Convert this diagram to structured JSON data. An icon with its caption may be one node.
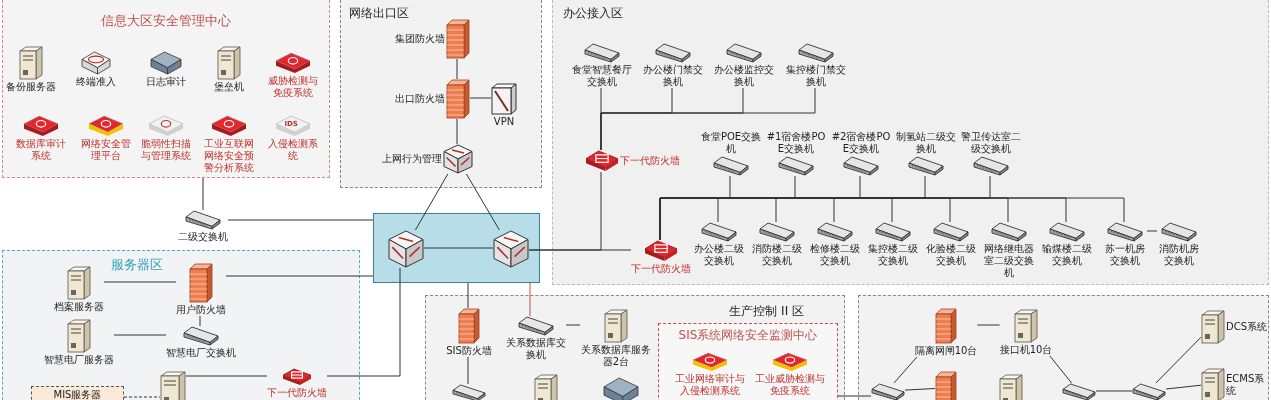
{
  "diagram": {
    "nodes": [
      {
        "text": [
          "信息大区安全管理中心"
        ]
      },
      {
        "text": [
          "备份服务器"
        ],
        "in": 0
      },
      {
        "text": [
          "终端准入"
        ],
        "in": 0
      },
      {
        "text": [
          "日志审计"
        ],
        "in": 0
      },
      {
        "text": [
          "堡垒机"
        ],
        "in": 0
      },
      {
        "text": [
          "威胁检测与免疫系统"
        ],
        "in": 0
      },
      {
        "text": [
          "数据库审计系统"
        ],
        "in": 0
      },
      {
        "text": [
          "网络安全管理平台"
        ],
        "in": 0
      },
      {
        "text": [
          "脆弱性扫描与管理系统"
        ],
        "in": 0
      },
      {
        "text": [
          "工业互联网网络安全预警分析系统"
        ],
        "in": 0
      },
      {
        "text": [
          "入侵检测系统"
        ],
        "in": 0
      },
      {
        "text": [
          "网络出口区"
        ]
      },
      {
        "text": [
          "集团防火墙"
        ],
        "in": 11
      },
      {
        "text": [
          "出口防火墙"
        ],
        "in": 11
      },
      {
        "text": [
          "VPN"
        ],
        "in": 11
      },
      {
        "text": [
          "上网行为管理"
        ],
        "in": 11
      },
      {
        "text": [],
        "shape": "box"
      },
      {
        "text": [],
        "shape": "box",
        "in": 16
      },
      {
        "text": [],
        "shape": "box",
        "in": 16
      },
      {
        "text": [
          "二级交换机"
        ]
      },
      {
        "text": [
          "办公接入区"
        ]
      },
      {
        "text": [
          "食堂智慧餐厅交换机"
        ],
        "in": 20
      },
      {
        "text": [
          "办公楼门禁交换机"
        ],
        "in": 20
      },
      {
        "text": [
          "办公楼监控交换机"
        ],
        "in": 20
      },
      {
        "text": [
          "集控楼门禁交换机"
        ],
        "in": 20
      },
      {
        "text": [
          "下一代防火墙"
        ],
        "in": 20
      },
      {
        "text": [
          "下一代防火墙"
        ],
        "in": 20
      },
      {
        "text": [
          "食堂POE交换机"
        ],
        "in": 20
      },
      {
        "text": [
          "#1宿舍楼POE交换机"
        ],
        "in": 20
      },
      {
        "text": [
          "#2宿舍楼POE交换机"
        ],
        "in": 20
      },
      {
        "text": [
          "制氢站二级交换机"
        ],
        "in": 20
      },
      {
        "text": [
          "警卫传达室二级交换机"
        ],
        "in": 20
      },
      {
        "text": [
          "办公楼二级交换机"
        ],
        "in": 20
      },
      {
        "text": [
          "消防楼二级交换机"
        ],
        "in": 20
      },
      {
        "text": [
          "检修楼二级交换机"
        ],
        "in": 20
      },
      {
        "text": [
          "集控楼二级交换机"
        ],
        "in": 20
      },
      {
        "text": [
          "化验楼二级交换机"
        ],
        "in": 20
      },
      {
        "text": [
          "网络继电器室二级交换机"
        ],
        "in": 20
      },
      {
        "text": [
          "输煤楼二级交换机"
        ],
        "in": 20
      },
      {
        "text": [
          "苏一机房交换机"
        ],
        "in": 20
      },
      {
        "text": [
          "消防机房交换机"
        ],
        "in": 20
      },
      {
        "text": [
          "服务器区"
        ]
      },
      {
        "text": [
          "档案服务器"
        ],
        "in": 41
      },
      {
        "text": [
          "用户防火墙"
        ],
        "in": 41
      },
      {
        "text": [
          "智慧电厂服务器"
        ],
        "in": 41
      },
      {
        "text": [
          "智慧电厂交换机"
        ],
        "in": 41
      },
      {
        "text": [
          "MIS服务器"
        ],
        "in": 41
      },
      {
        "text": [],
        "shape": "box",
        "in": 41
      },
      {
        "text": [
          "下一代防火墙"
        ],
        "in": 41
      },
      {
        "text": [
          "生产控制 II 区"
        ]
      },
      {
        "text": [
          "SIS防火墙"
        ],
        "in": 49
      },
      {
        "text": [
          "关系数据库交换机"
        ],
        "in": 49
      },
      {
        "text": [
          "关系数据库服务器2台"
        ],
        "in": 49
      },
      {
        "text": [
          "SIS系统网络安全监测中心"
        ],
        "in": 49
      },
      {
        "text": [
          "工业网络审计与入侵检测系统"
        ],
        "in": 53
      },
      {
        "text": [
          "工业威胁检测与免疫系统"
        ],
        "in": 53
      },
      {
        "text": [],
        "shape": "box",
        "in": 49
      },
      {
        "text": [],
        "shape": "box",
        "in": 49
      },
      {
        "text": [],
        "shape": "box",
        "in": 49
      },
      {
        "text": [],
        "shape": "box"
      },
      {
        "text": [
          "隔离网闸10台"
        ],
        "in": 59
      },
      {
        "text": [
          "接口机10台"
        ],
        "in": 59
      },
      {
        "text": [
          "DCS系统"
        ],
        "in": 59
      },
      {
        "text": [
          "ECMS系统"
        ],
        "in": 59
      },
      {
        "text": [],
        "shape": "box",
        "in": 59
      },
      {
        "text": [],
        "shape": "box",
        "in": 59
      },
      {
        "text": [],
        "shape": "box",
        "in": 59
      },
      {
        "text": [],
        "shape": "box",
        "in": 59
      },
      {
        "text": [],
        "shape": "box",
        "in": 59
      }
    ],
    "edges": [
      {
        "from": 0,
        "to": 19,
        "arrow": "none"
      },
      {
        "from": 19,
        "to": 16,
        "arrow": "none"
      },
      {
        "from": 12,
        "to": 13,
        "arrow": "none"
      },
      {
        "from": 13,
        "to": 14,
        "arrow": "none"
      },
      {
        "from": 13,
        "to": 15,
        "arrow": "none"
      },
      {
        "from": 15,
        "to": 17,
        "arrow": "none"
      },
      {
        "from": 15,
        "to": 18,
        "arrow": "none"
      },
      {
        "from": 17,
        "to": 18,
        "arrow": "none"
      },
      {
        "from": 21,
        "to": 25,
        "arrow": "none"
      },
      {
        "from": 22,
        "to": 25,
        "arrow": "none"
      },
      {
        "from": 23,
        "to": 25,
        "arrow": "none"
      },
      {
        "from": 24,
        "to": 25,
        "arrow": "none"
      },
      {
        "from": 25,
        "to": 18,
        "arrow": "none"
      },
      {
        "from": 18,
        "to": 26,
        "arrow": "none"
      },
      {
        "from": 26,
        "to": 27,
        "arrow": "none"
      },
      {
        "from": 26,
        "to": 28,
        "arrow": "none"
      },
      {
        "from": 26,
        "to": 29,
        "arrow": "none"
      },
      {
        "from": 26,
        "to": 30,
        "arrow": "none"
      },
      {
        "from": 26,
        "to": 31,
        "arrow": "none"
      },
      {
        "from": 26,
        "to": 32,
        "arrow": "none"
      },
      {
        "from": 26,
        "to": 33,
        "arrow": "none"
      },
      {
        "from": 26,
        "to": 34,
        "arrow": "none"
      },
      {
        "from": 26,
        "to": 35,
        "arrow": "none"
      },
      {
        "from": 26,
        "to": 36,
        "arrow": "none"
      },
      {
        "from": 26,
        "to": 37,
        "arrow": "none"
      },
      {
        "from": 26,
        "to": 38,
        "arrow": "none"
      },
      {
        "from": 26,
        "to": 39,
        "arrow": "none"
      },
      {
        "from": 39,
        "to": 40,
        "arrow": "none"
      },
      {
        "from": 42,
        "to": 43,
        "arrow": "none"
      },
      {
        "from": 43,
        "to": 16,
        "arrow": "none"
      },
      {
        "from": 44,
        "to": 45,
        "arrow": "none"
      },
      {
        "from": 45,
        "to": 43,
        "arrow": "none"
      },
      {
        "from": 46,
        "to": 47,
        "arrow": "none",
        "style": "dashed"
      },
      {
        "from": 47,
        "to": 48,
        "arrow": "none"
      },
      {
        "from": 48,
        "to": 17,
        "arrow": "none"
      },
      {
        "from": 16,
        "to": 50,
        "arrow": "none"
      },
      {
        "from": 16,
        "to": 51,
        "arrow": "none",
        "color": "#c0504d"
      },
      {
        "from": 50,
        "to": 56,
        "arrow": "none"
      },
      {
        "from": 51,
        "to": 52,
        "arrow": "none"
      },
      {
        "from": 53,
        "to": 64,
        "arrow": "none"
      },
      {
        "from": 64,
        "to": 60,
        "arrow": "none"
      },
      {
        "from": 64,
        "to": 65,
        "arrow": "none"
      },
      {
        "from": 60,
        "to": 61,
        "arrow": "none"
      },
      {
        "from": 61,
        "to": 67,
        "arrow": "none"
      },
      {
        "from": 67,
        "to": 68,
        "arrow": "none"
      },
      {
        "from": 68,
        "to": 62,
        "arrow": "none"
      },
      {
        "from": 68,
        "to": 63,
        "arrow": "none"
      }
    ],
    "labels": [
      "IDS"
    ]
  }
}
